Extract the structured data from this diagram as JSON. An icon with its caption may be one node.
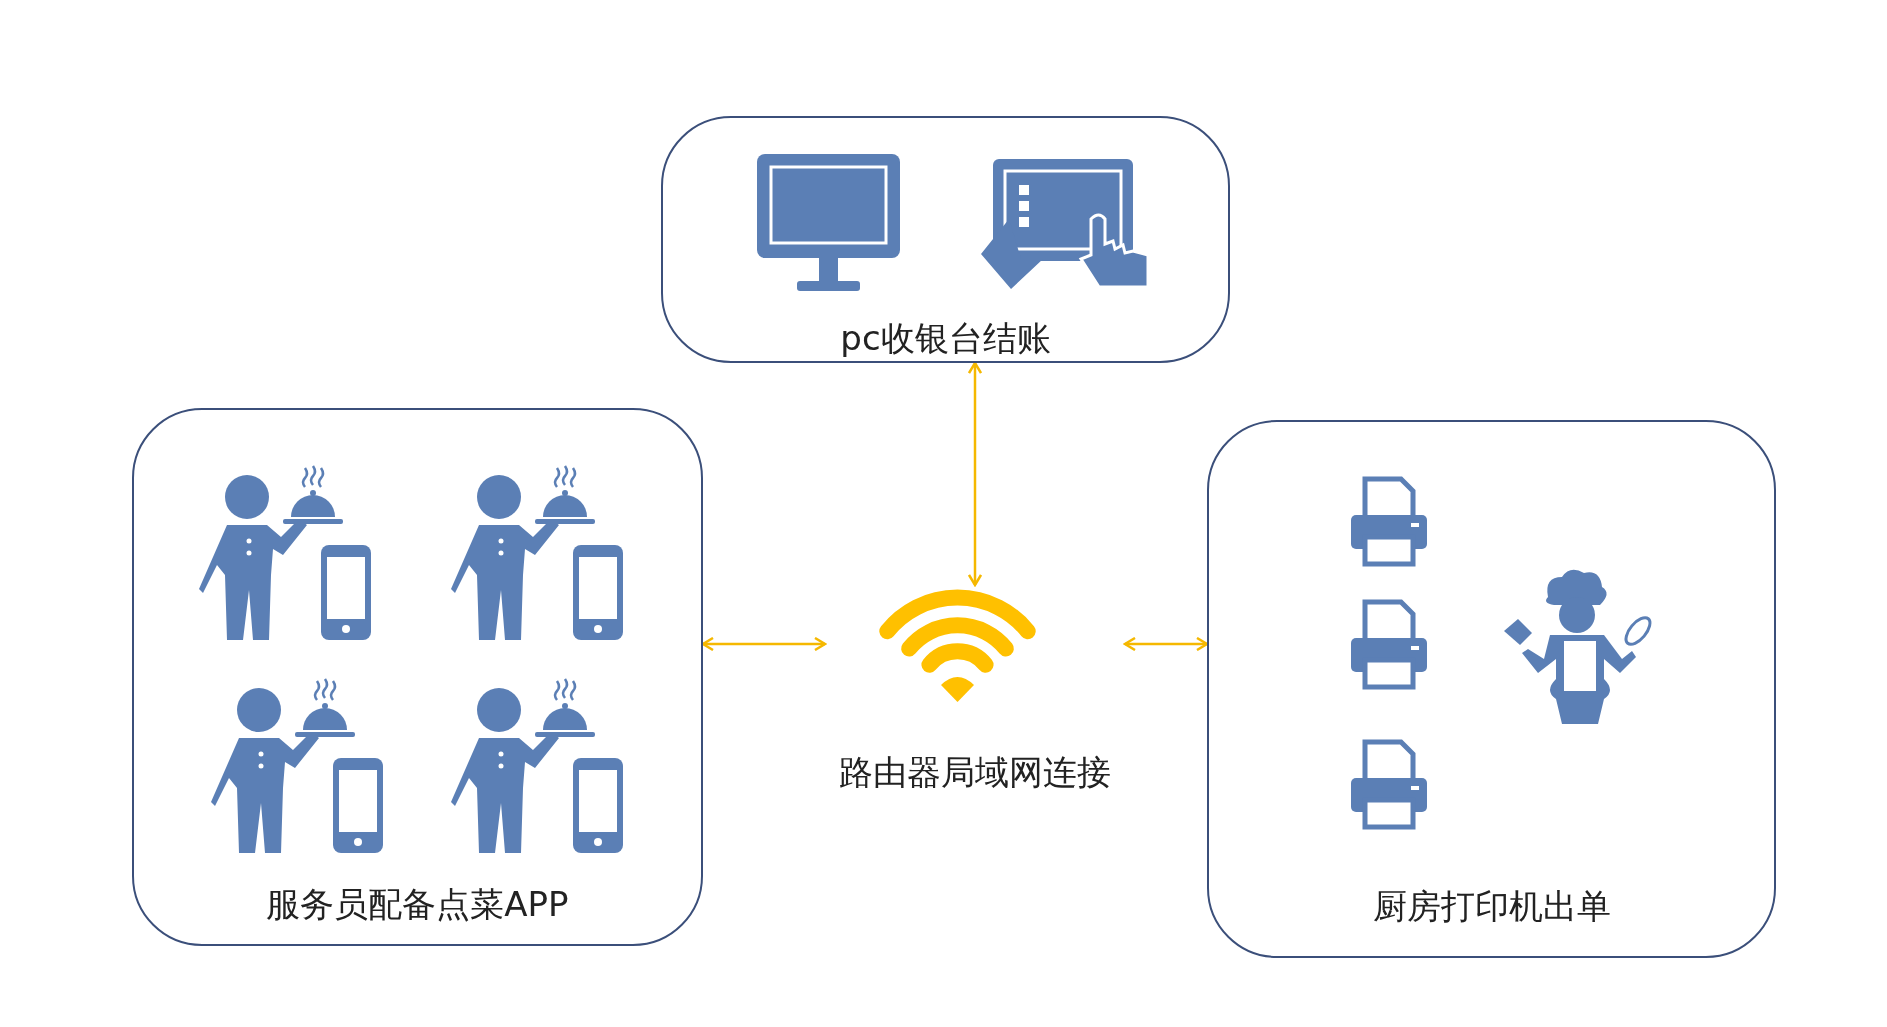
{
  "diagram": {
    "nodes": [
      {
        "text": [
          "pc收银台结账"
        ]
      },
      {
        "text": [
          "服务员配备点菜APP"
        ]
      },
      {
        "text": [
          "路由器局域网连接"
        ]
      },
      {
        "text": [
          "厨房打印机出单"
        ]
      }
    ],
    "edges": [
      {
        "from": 0,
        "to": 2,
        "arrow": "both"
      },
      {
        "from": 1,
        "to": 2,
        "arrow": "both"
      },
      {
        "from": 2,
        "to": 3,
        "arrow": "both"
      }
    ]
  }
}
